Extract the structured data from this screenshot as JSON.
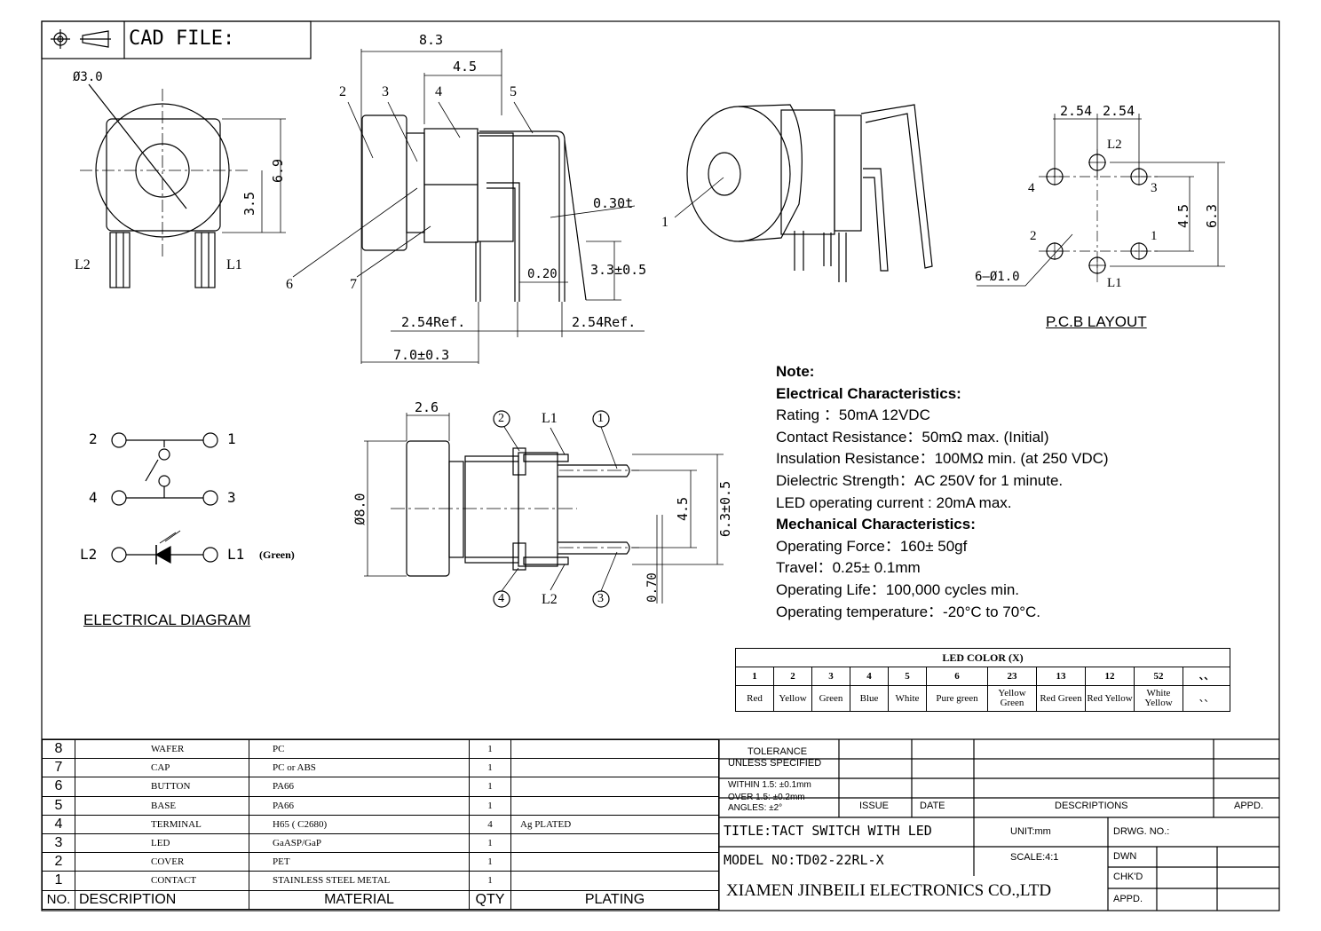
{
  "header": {
    "cad_label": "CAD FILE:"
  },
  "top_view": {
    "diameter_label": "Ø3.0",
    "height_label": "6.9",
    "half_height_label": "3.5",
    "pin_left": "L2",
    "pin_right": "L1"
  },
  "side_view": {
    "width_total": "8.3",
    "width_inner": "4.5",
    "thickness": "0.30t",
    "gap": "0.20",
    "pin_length": "3.3±0.5",
    "ref_left": "2.54Ref.",
    "ref_right": "2.54Ref.",
    "overall": "7.0±0.3",
    "callouts": [
      "2",
      "3",
      "4",
      "5",
      "6",
      "7"
    ]
  },
  "iso_view": {
    "callout": "1"
  },
  "pcb_layout": {
    "title": "P.C.B LAYOUT",
    "pitch_a": "2.54",
    "pitch_b": "2.54",
    "dim_inner": "4.5",
    "dim_outer": "6.3",
    "hole_label": "6–Ø1.0",
    "pins": [
      "L2",
      "4",
      "3",
      "2",
      "1",
      "L1"
    ]
  },
  "front_view": {
    "cap_width": "2.6",
    "diameter": "Ø8.0",
    "pitch": "4.5",
    "span": "6.3±0.5",
    "pin_width": "0.70",
    "labels": {
      "p1": "1",
      "p2": "2",
      "p3": "3",
      "p4": "4",
      "l1": "L1",
      "l2": "L2"
    }
  },
  "electrical_diagram": {
    "title": "ELECTRICAL DIAGRAM",
    "pins": [
      "2",
      "1",
      "4",
      "3",
      "L2",
      "L1"
    ],
    "led_note": "(Green)"
  },
  "notes": [
    {
      "text": "Note:",
      "bold": true
    },
    {
      "text": "Electrical Characteristics:",
      "bold": true
    },
    {
      "text": "Rating ：50mA 12VDC",
      "bold": false
    },
    {
      "text": "Contact Resistance：50mΩ max. (Initial)",
      "bold": false
    },
    {
      "text": "Insulation Resistance：100MΩ min. (at 250 VDC)",
      "bold": false
    },
    {
      "text": "Dielectric Strength：AC 250V  for 1 minute.",
      "bold": false
    },
    {
      "text": "LED operating current : 20mA max.",
      "bold": false
    },
    {
      "text": "Mechanical Characteristics:",
      "bold": true
    },
    {
      "text": "Operating Force：160± 50gf",
      "bold": false
    },
    {
      "text": "Travel：0.25± 0.1mm",
      "bold": false
    },
    {
      "text": "Operating Life：100,000 cycles min.",
      "bold": false
    },
    {
      "text": "Operating temperature：-20°C to 70°C.",
      "bold": false
    }
  ],
  "led_table": {
    "title": "LED COLOR (X)",
    "codes": [
      "1",
      "2",
      "3",
      "4",
      "5",
      "6",
      "23",
      "13",
      "12",
      "52",
      "、、"
    ],
    "colors": [
      "Red",
      "Yellow",
      "Green",
      "Blue",
      "White",
      "Pure green",
      "Yellow Green",
      "Red Green",
      "Red Yellow",
      "White Yellow",
      "、、"
    ]
  },
  "bom": {
    "rows": [
      {
        "no": "8",
        "description": "Wafer",
        "material": "PC",
        "qty": "1",
        "plating": ""
      },
      {
        "no": "7",
        "description": "Cap",
        "material": "PC or ABS",
        "qty": "1",
        "plating": ""
      },
      {
        "no": "6",
        "description": "Button",
        "material": "PA66",
        "qty": "1",
        "plating": ""
      },
      {
        "no": "5",
        "description": "Base",
        "material": "PA66",
        "qty": "1",
        "plating": ""
      },
      {
        "no": "4",
        "description": "Terminal",
        "material": "H65 ( C2680)",
        "qty": "4",
        "plating": "Ag PLATED"
      },
      {
        "no": "3",
        "description": "LED",
        "material": "GaASP/GaP",
        "qty": "1",
        "plating": ""
      },
      {
        "no": "2",
        "description": "Cover",
        "material": "PET",
        "qty": "1",
        "plating": ""
      },
      {
        "no": "1",
        "description": "Contact",
        "material": "STAINLESS STEEL METAL",
        "qty": "1",
        "plating": ""
      }
    ],
    "header": {
      "no": "NO.",
      "description": "DESCRIPTION",
      "material": "MATERIAL",
      "qty": "QTY",
      "plating": "PLATING"
    }
  },
  "title_block": {
    "tolerance_1": "TOLERANCE",
    "tolerance_2": "UNLESS  SPECIFIED",
    "within": "WITHIN  1.5: ±0.1mm",
    "over": "OVER  1.5:  ±0.2mm",
    "angles": "ANGLES: ±2°",
    "issue": "ISSUE",
    "date": "DATE",
    "descriptions": "DESCRIPTIONS",
    "appd": "APPD.",
    "title": "TITLE:TACT  SWITCH  WITH  LED",
    "unit": "UNIT:mm",
    "drwg": "DRWG. NO.:",
    "model": "MODEL  NO:TD02-22RL-X",
    "scale": "SCALE:4:1",
    "dwn": "DWN",
    "chkd": "CHK'D",
    "company": "XIAMEN JINBEILI ELECTRONICS CO.,LTD",
    "appd2": "APPD."
  }
}
